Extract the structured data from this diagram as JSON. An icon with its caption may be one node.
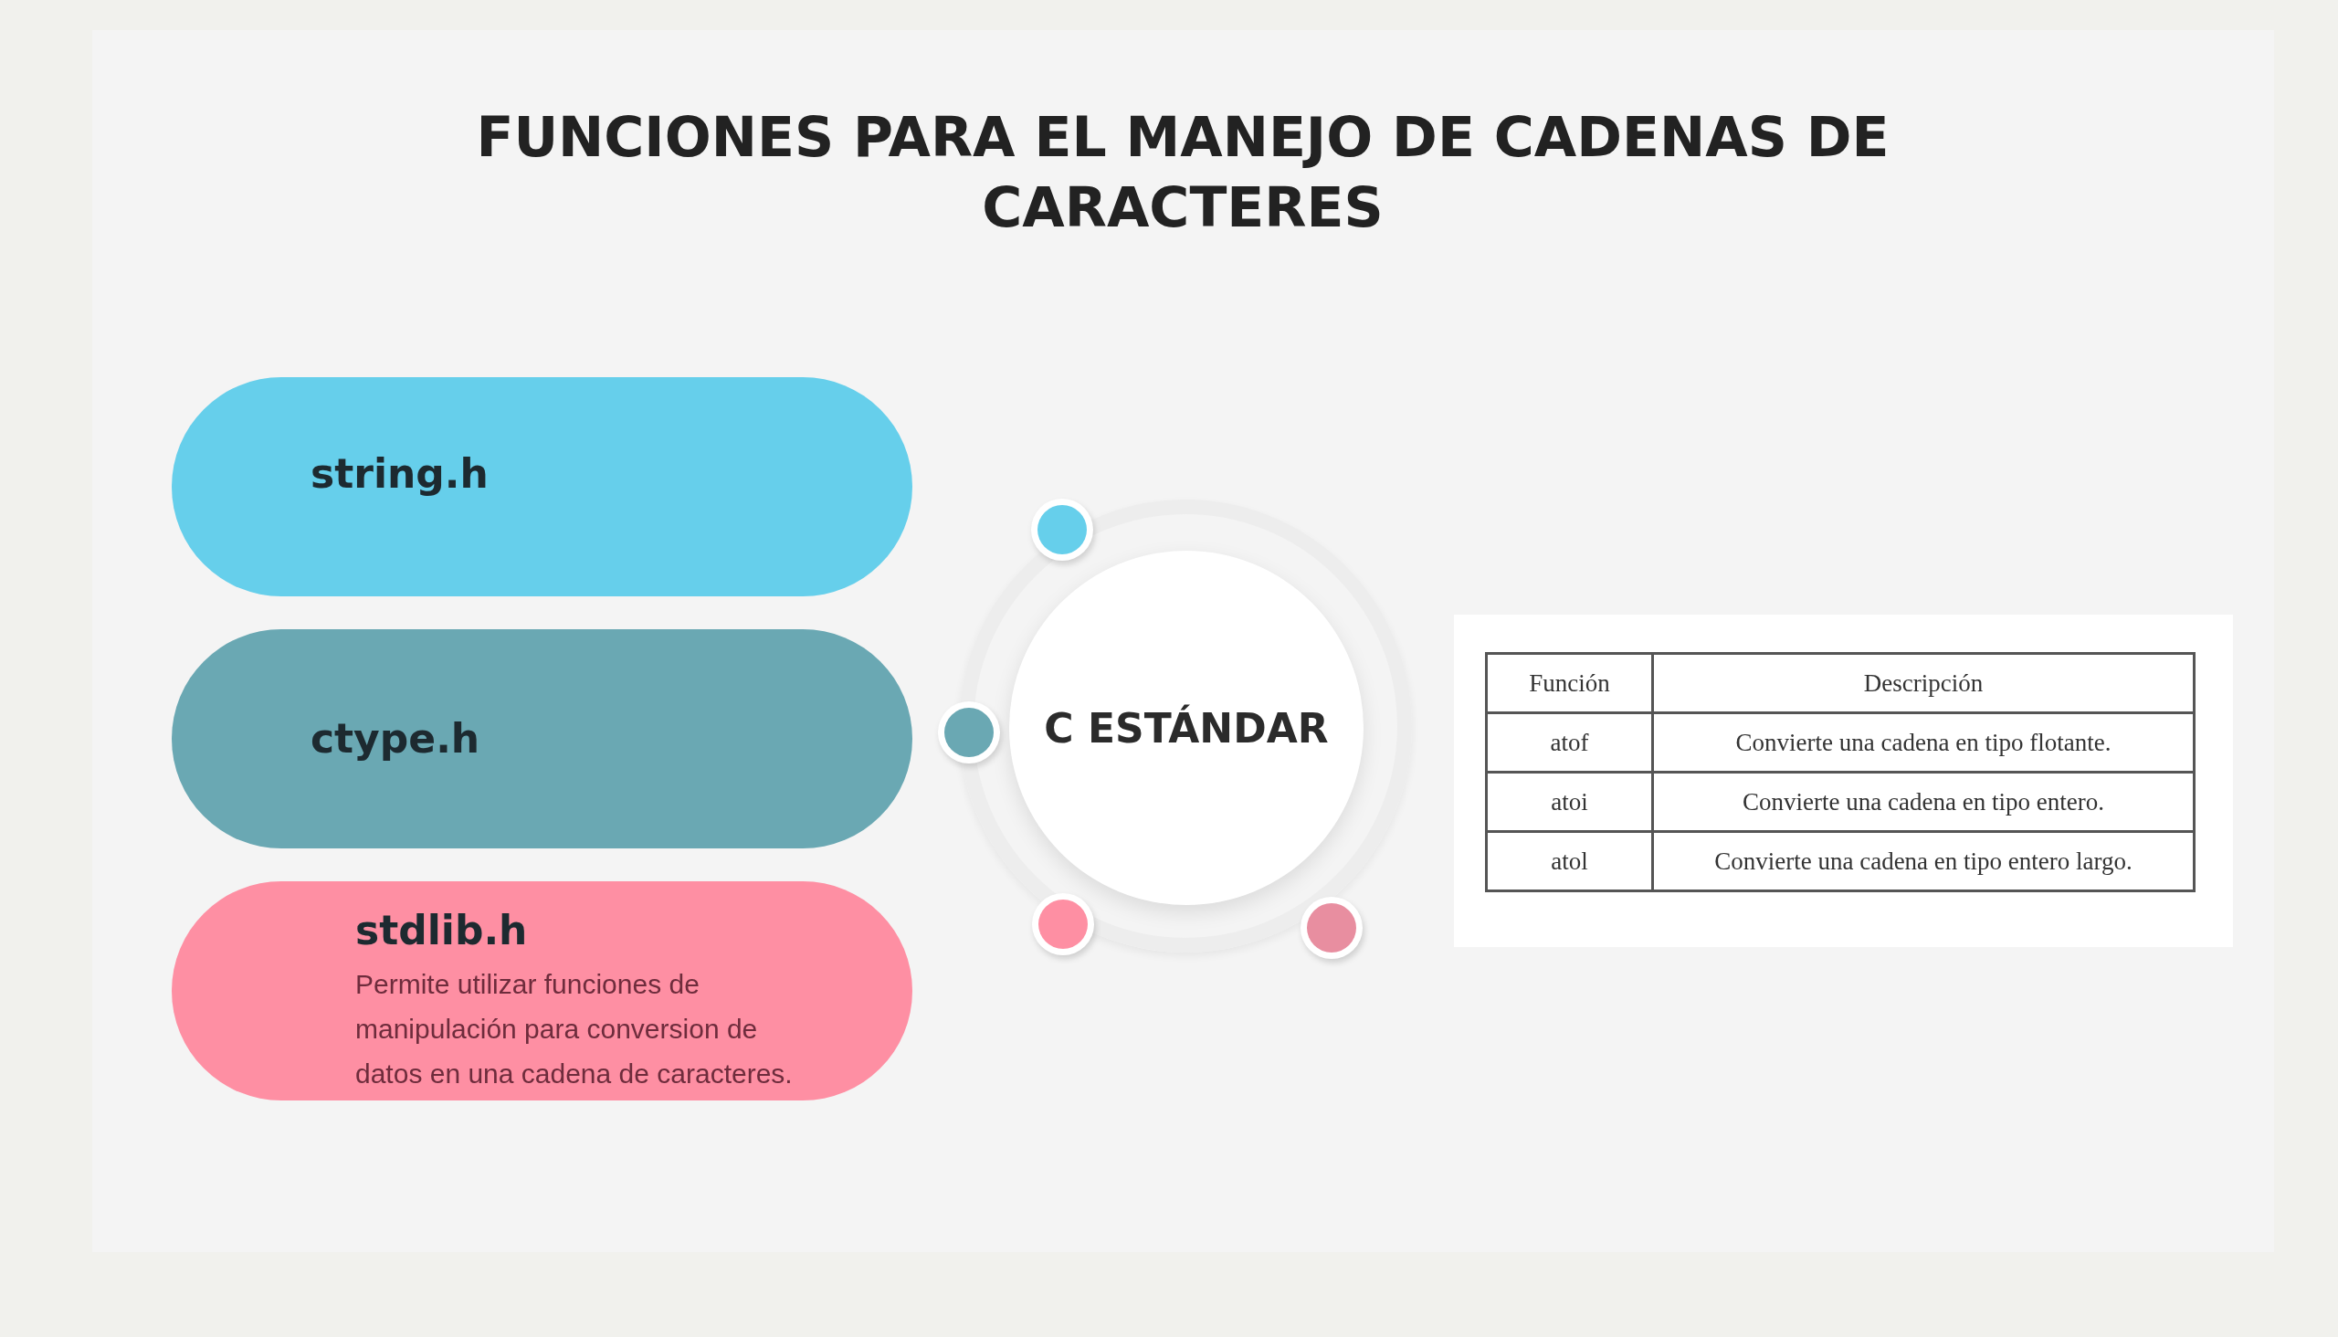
{
  "diagram": {
    "title": "FUNCIONES PARA EL MANEJO DE CADENAS DE CARACTERES",
    "nodes": [
      {
        "text": [
          "string.h"
        ]
      },
      {
        "text": [
          "ctype.h"
        ]
      },
      {
        "text": [
          "stdlib.h",
          "Permite utilizar funciones de manipulación para conversion de datos en una cadena de caracteres."
        ]
      },
      {
        "text": [
          "C ESTÁNDAR"
        ]
      }
    ],
    "labels": [
      "Función",
      "Descripción",
      "atof",
      "Convierte una cadena en tipo flotante.",
      "atoi",
      "Convierte una cadena en tipo entero.",
      "atol",
      "Convierte una cadena en tipo entero largo."
    ]
  }
}
